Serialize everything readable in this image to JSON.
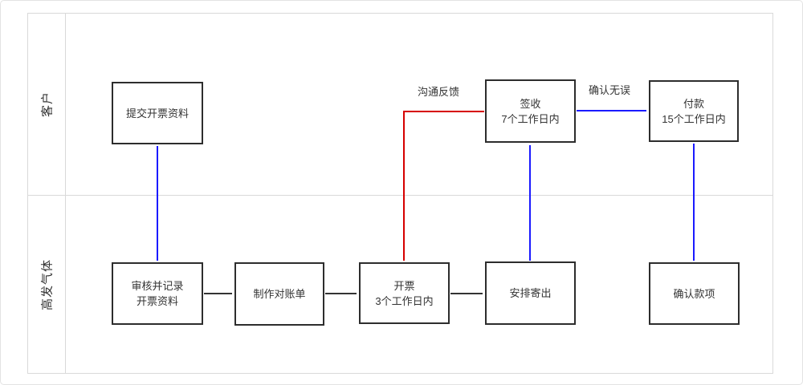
{
  "colors": {
    "arrow_blue": "#1a1aff",
    "arrow_red": "#d60000",
    "arrow_black": "#333333",
    "node_border": "#2d2d2d",
    "lane_border": "#d9d9d9",
    "text": "#333333",
    "background": "#ffffff"
  },
  "lanes": [
    {
      "label": "客户"
    },
    {
      "label": "高发气体"
    }
  ],
  "nodes": {
    "submit": {
      "line1": "提交开票资料"
    },
    "sign": {
      "line1": "签收",
      "line2": "7个工作日内"
    },
    "pay": {
      "line1": "付款",
      "line2": "15个工作日内"
    },
    "review": {
      "line1": "审核并记录",
      "line2": "开票资料"
    },
    "statement": {
      "line1": "制作对账单"
    },
    "invoice": {
      "line1": "开票",
      "line2": "3个工作日内"
    },
    "ship": {
      "line1": "安排寄出"
    },
    "confirm": {
      "line1": "确认款项"
    }
  },
  "edge_labels": {
    "feedback": "沟通反馈",
    "confirm_ok": "确认无误"
  }
}
